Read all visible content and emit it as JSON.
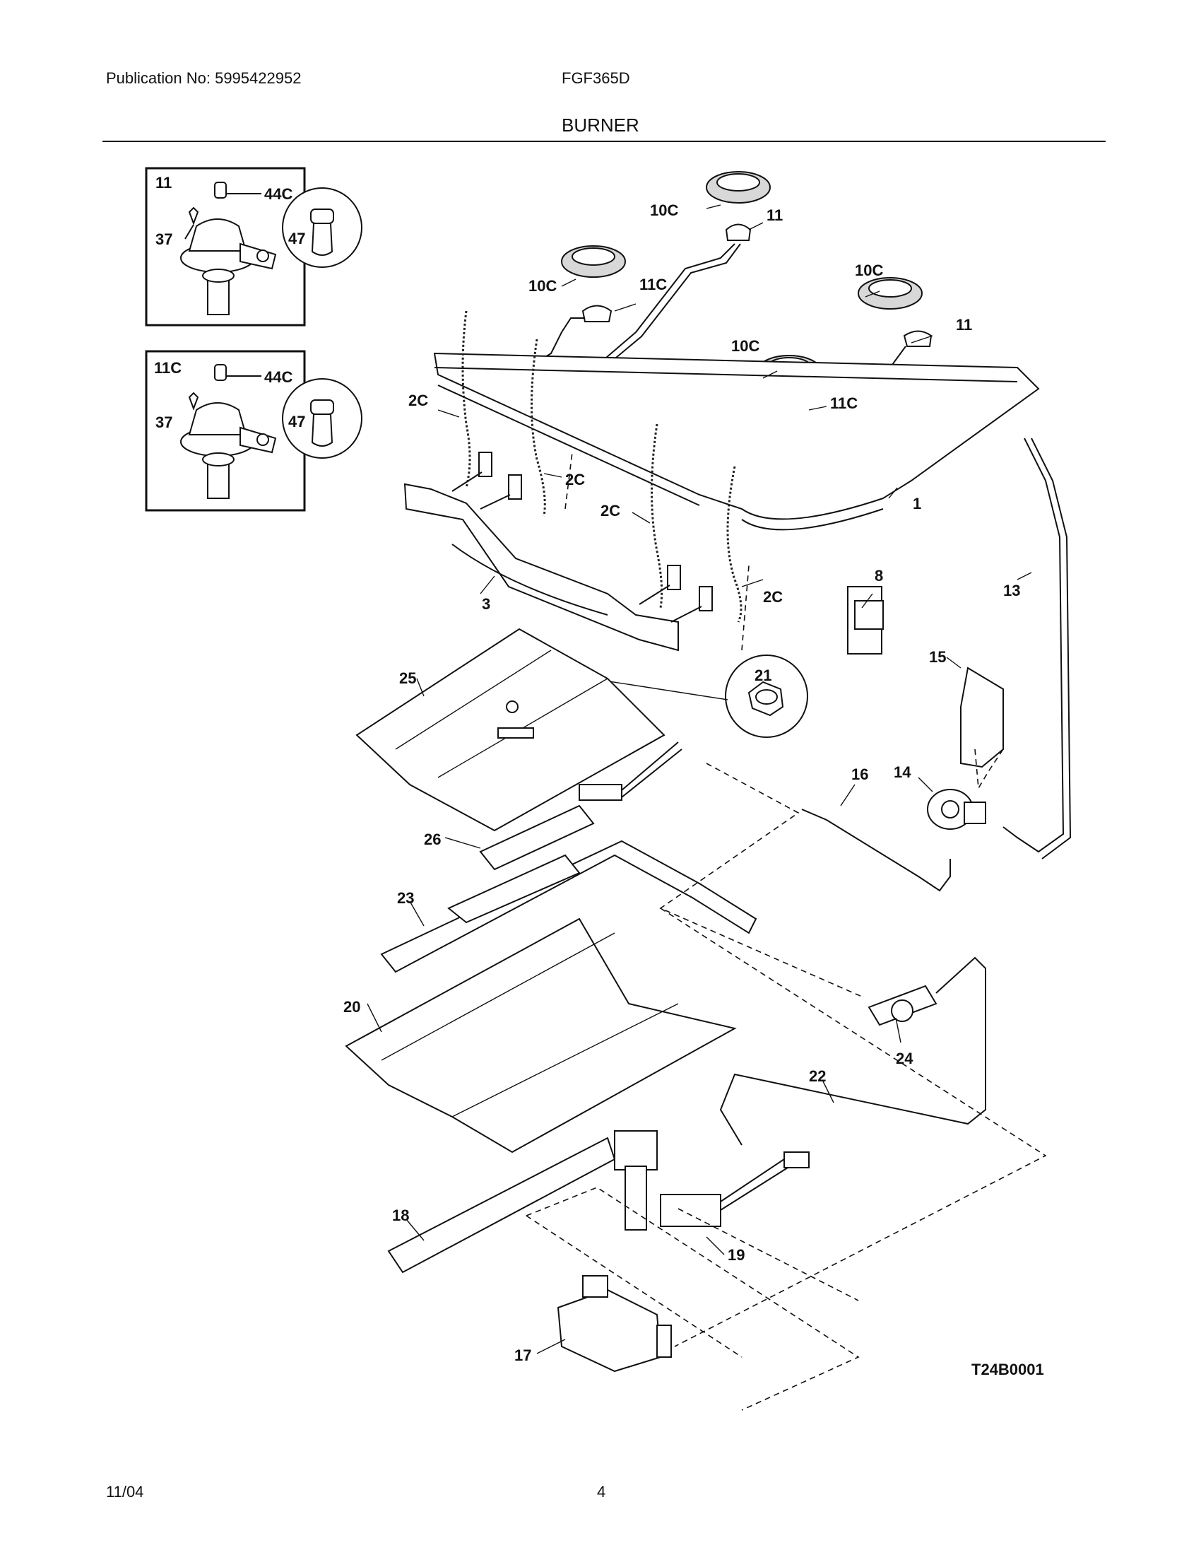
{
  "header": {
    "publication": "Publication No: 5995422952",
    "model": "FGF365D",
    "section": "BURNER"
  },
  "footer": {
    "date": "11/04",
    "page": "4"
  },
  "diagram": {
    "code": "T24B0001",
    "insets": [
      {
        "title": "11",
        "labels": [
          "44C",
          "37",
          "47"
        ]
      },
      {
        "title": "11C",
        "labels": [
          "44C",
          "37",
          "47"
        ]
      }
    ],
    "callouts": {
      "c10c_a": "10C",
      "c11_a": "11",
      "c10c_b": "10C",
      "c11c_b": "11C",
      "c10c_c": "10C",
      "c11_c": "11",
      "c10c_d": "10C",
      "c11c_d": "11C",
      "c2c_a": "2C",
      "c2c_b": "2C",
      "c2c_c": "2C",
      "c2c_d": "2C",
      "c1": "1",
      "c3": "3",
      "c8": "8",
      "c13": "13",
      "c15": "15",
      "c21": "21",
      "c25": "25",
      "c16": "16",
      "c14": "14",
      "c26": "26",
      "c23": "23",
      "c20": "20",
      "c24": "24",
      "c22": "22",
      "c18": "18",
      "c19": "19",
      "c17": "17"
    }
  }
}
